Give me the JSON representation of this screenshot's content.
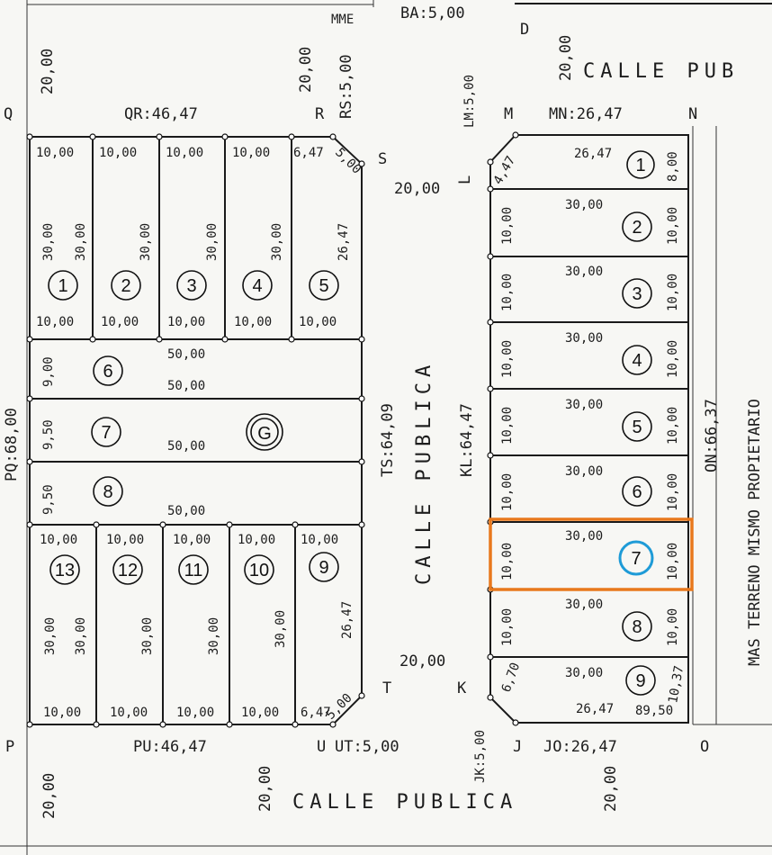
{
  "street_labels": {
    "top_right": "CALLE PUB",
    "middle_vertical": "CALLE PUBLICA",
    "bottom": "CALLE PUBLICA",
    "right_owner": "MAS TERRENO MISMO PROPIETARIO"
  },
  "boundary_labels": {
    "ba": "BA:5,00",
    "mme": "MME",
    "qr": "QR:46,47",
    "rs": "RS:5,00",
    "pq": "PQ:68,00",
    "ts": "TS:64,09",
    "pu": "PU:46,47",
    "ut": "UT:5,00",
    "mn": "MN:26,47",
    "lm": "LM:5,00",
    "kl": "KL:64,47",
    "on": "ON:66,37",
    "jk": "JK:5,00",
    "jo": "JO:26,47"
  },
  "vertex_letters": {
    "q_left": "Q",
    "r": "R",
    "s": "S",
    "p": "P",
    "u": "U",
    "t": "T",
    "l": "L",
    "m": "M",
    "n": "N",
    "d": "D",
    "k": "K",
    "j": "J",
    "o": "O"
  },
  "dimensions": {
    "d1000": "10,00",
    "d3000": "30,00",
    "d5000": "50,00",
    "d2000": "20,00",
    "d2647": "26,47",
    "d647": "6,47",
    "d500": "5,00",
    "d950": "9,50",
    "d900": "9,00",
    "d800": "8,00",
    "d670": "6,70",
    "d447": "4,47",
    "d1037": "10,37",
    "d8950": "89,50"
  },
  "left_block": {
    "top_lots": [
      "1",
      "2",
      "3",
      "4",
      "5"
    ],
    "middle_lots": [
      "6",
      "7",
      "8"
    ],
    "bottom_lots": [
      "13",
      "12",
      "11",
      "10",
      "9"
    ],
    "block_letter": "G"
  },
  "right_block": {
    "lots": [
      "1",
      "2",
      "3",
      "4",
      "5",
      "6",
      "7",
      "8",
      "9"
    ],
    "highlighted_lot": "7"
  },
  "colors": {
    "highlight_box": "#e8781c",
    "highlight_circle": "#1e9bd7",
    "ink": "#1a1a1a",
    "paper": "#f7f7f4"
  }
}
